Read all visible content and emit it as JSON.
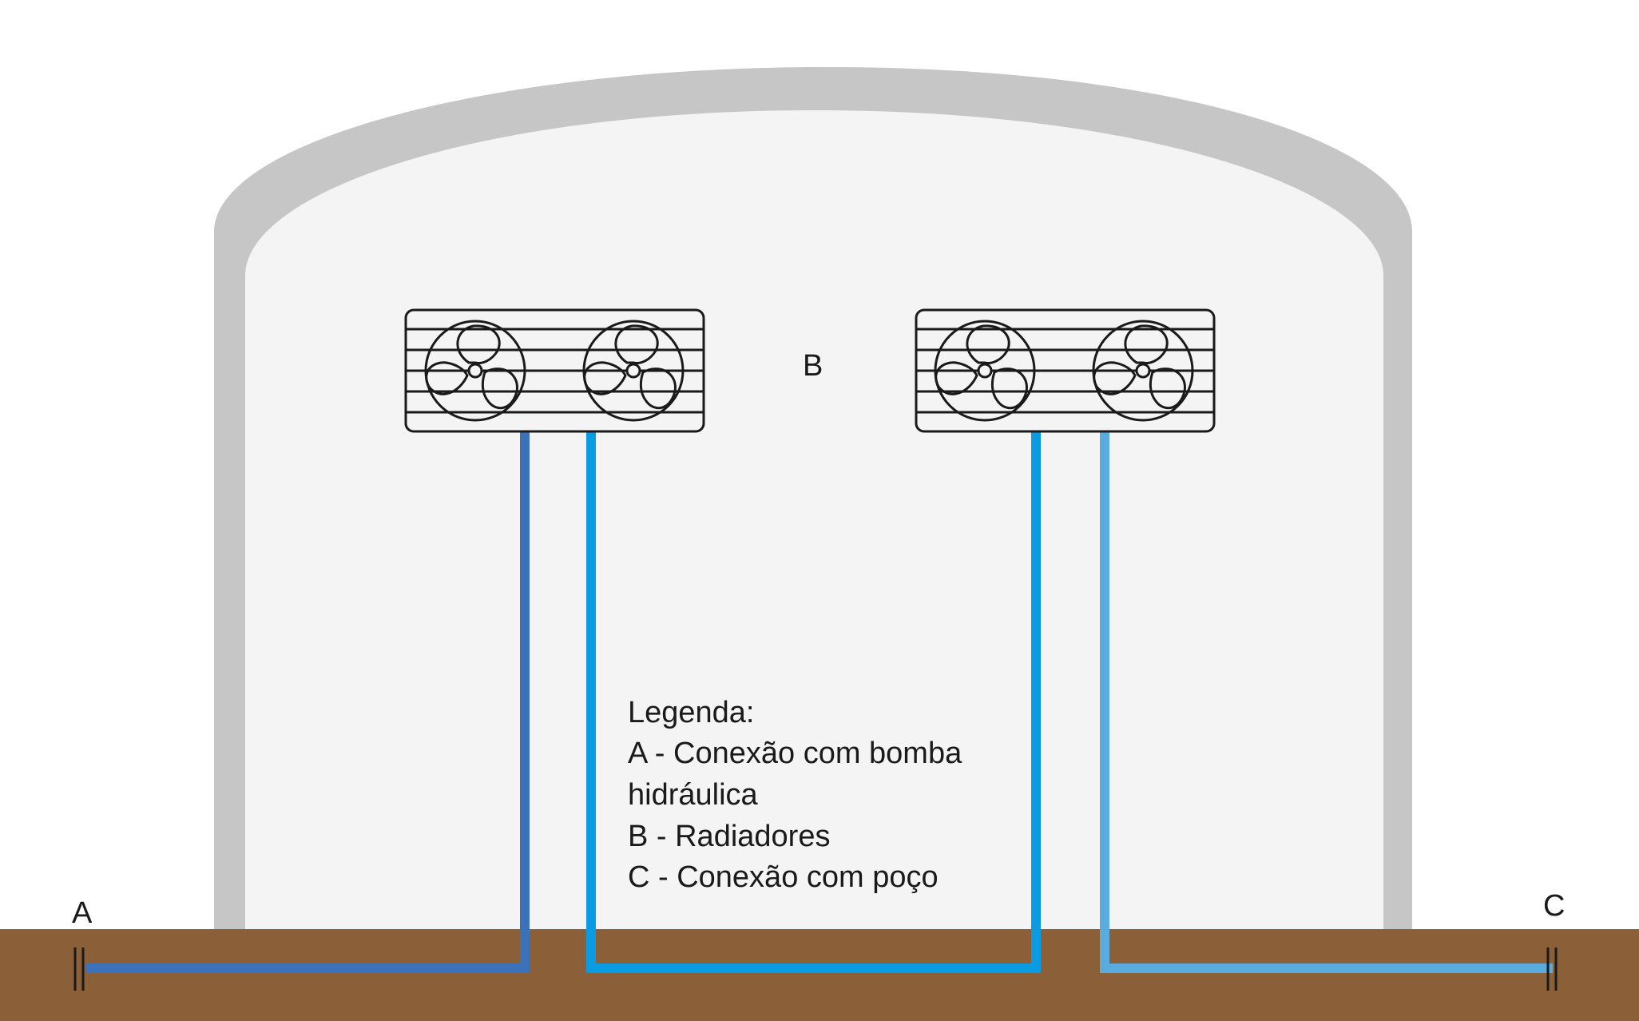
{
  "labels": {
    "point_a": "A",
    "point_b": "B",
    "point_c": "C"
  },
  "legend": {
    "title": "Legenda:",
    "line_1": "A - Conexão com bomba",
    "line_2": "hidráulica",
    "line_3": "B - Radiadores",
    "line_4": "C - Conexão com poço"
  },
  "colors": {
    "ground": "#8b6039",
    "greenhouse_wall": "#c6c6c6",
    "greenhouse_inside": "#f4f4f4",
    "pipe_a": "#3b72ba",
    "pipe_mid": "#0a9be2",
    "pipe_c": "#5aacdf",
    "outline": "#1a1a1a"
  }
}
